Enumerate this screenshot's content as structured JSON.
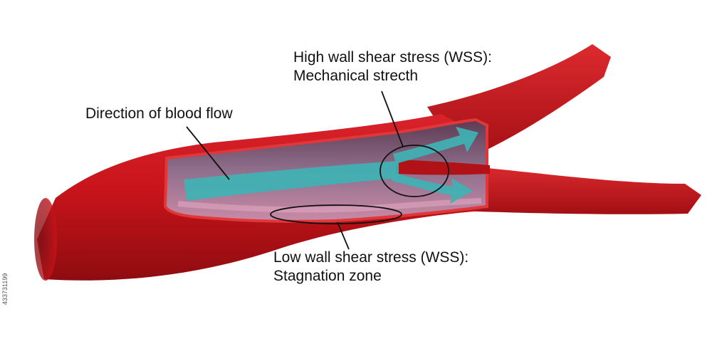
{
  "labels": {
    "flow": "Direction of blood flow",
    "high_wss_title": "High wall shear stress (WSS):",
    "high_wss_note": "Mechanical strecth",
    "low_wss_title": "Low wall shear stress (WSS):",
    "low_wss_note": "Stagnation zone"
  },
  "side_id": "433731199",
  "colors": {
    "vessel_wall": "#c8141a",
    "vessel_dark": "#8e0c10",
    "lumen": "#8f6f8c",
    "lumen_floor": "#c98aa6",
    "flow_arrow": "#3fb2b4",
    "annotation": "#111111"
  }
}
